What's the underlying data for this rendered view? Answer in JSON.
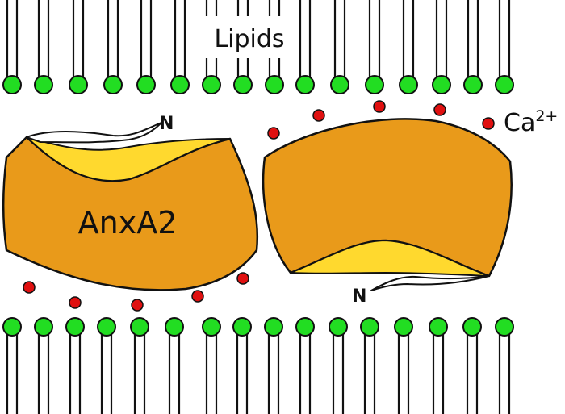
{
  "labels": {
    "lipids": "Lipids",
    "protein": "AnxA2",
    "n_terminus_left": "N",
    "n_terminus_right": "N",
    "calcium_base": "Ca",
    "calcium_charge": "2+"
  },
  "colors": {
    "lipid_head": "#22dd22",
    "lipid_outline": "#111111",
    "protein_body": "#e99a1a",
    "protein_groove": "#ffd92e",
    "calcium": "#e01010",
    "background": "#ffffff"
  }
}
